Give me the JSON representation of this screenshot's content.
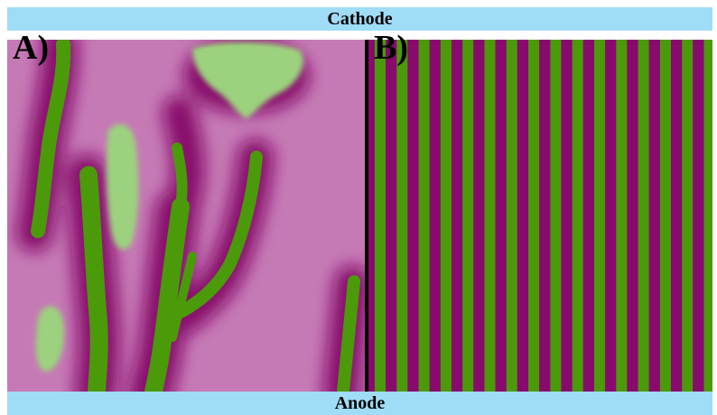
{
  "electrodes": {
    "top_label": "Cathode",
    "bottom_label": "Anode"
  },
  "panels": [
    {
      "label": "A)",
      "morphology": "random-dendritic"
    },
    {
      "label": "B)",
      "morphology": "vertical-stripes"
    }
  ],
  "colors": {
    "electrode_band": "#9fdcf6",
    "matrix_light": "#c57ab5",
    "matrix_dark": "#880a6c",
    "phase_green": "#4b9a0a",
    "phase_green_light": "#9cd17e",
    "divider": "#000000"
  }
}
